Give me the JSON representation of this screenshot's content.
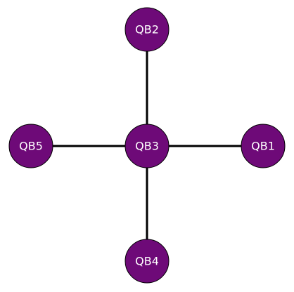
{
  "colors": {
    "node_fill": "#6e0a78",
    "node_stroke": "#000000",
    "edge": "#000000",
    "label": "#ffffff"
  },
  "nodes": [
    {
      "id": "QB2",
      "label": "QB2"
    },
    {
      "id": "QB5",
      "label": "QB5"
    },
    {
      "id": "QB3",
      "label": "QB3"
    },
    {
      "id": "QB1",
      "label": "QB1"
    },
    {
      "id": "QB4",
      "label": "QB4"
    }
  ],
  "edges": [
    {
      "from": "QB3",
      "to": "QB2"
    },
    {
      "from": "QB3",
      "to": "QB5"
    },
    {
      "from": "QB3",
      "to": "QB1"
    },
    {
      "from": "QB3",
      "to": "QB4"
    }
  ]
}
